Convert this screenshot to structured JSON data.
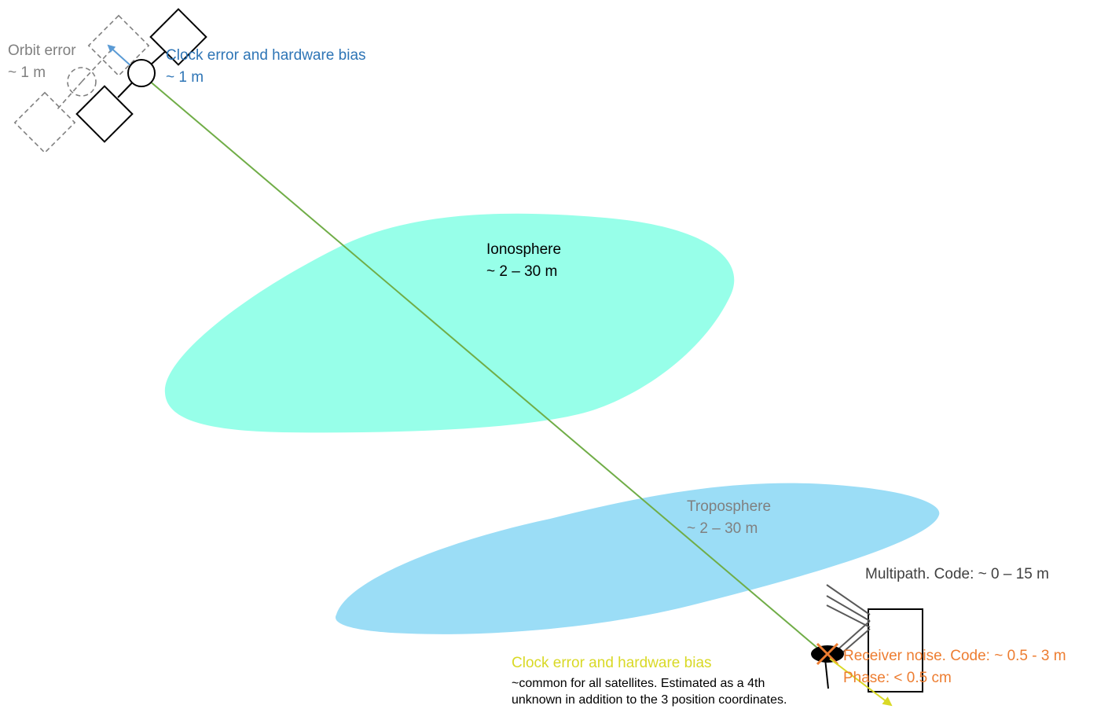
{
  "labels": {
    "orbit_error": {
      "title": "Orbit error",
      "value": "~ 1 m"
    },
    "sat_clock": {
      "title": "Clock error and hardware bias",
      "value": "~ 1 m"
    },
    "ionosphere": {
      "title": "Ionosphere",
      "value": "~ 2 – 30 m"
    },
    "troposphere": {
      "title": "Troposphere",
      "value": "~ 2 – 30 m"
    },
    "multipath": {
      "title": "Multipath. Code: ~ 0 – 15 m"
    },
    "receiver_noise": {
      "line1": "Receiver noise. Code: ~ 0.5 - 3 m",
      "line2": "Phase: < 0.5 cm"
    },
    "rx_clock": {
      "title": "Clock error and hardware bias",
      "note1": "~common for all satellites. Estimated as a 4th",
      "note2": "unknown in addition to the 3 position coordinates."
    }
  },
  "colors": {
    "ionosphere": "#97FFE9",
    "troposphere": "#9BDDF6",
    "signal_path": "#70AD47",
    "orbit_error": "#808080",
    "sat_clock": "#2E75B6",
    "receiver_noise": "#ED7D31",
    "rx_clock": "#D9D926",
    "multipath": "#404040"
  }
}
